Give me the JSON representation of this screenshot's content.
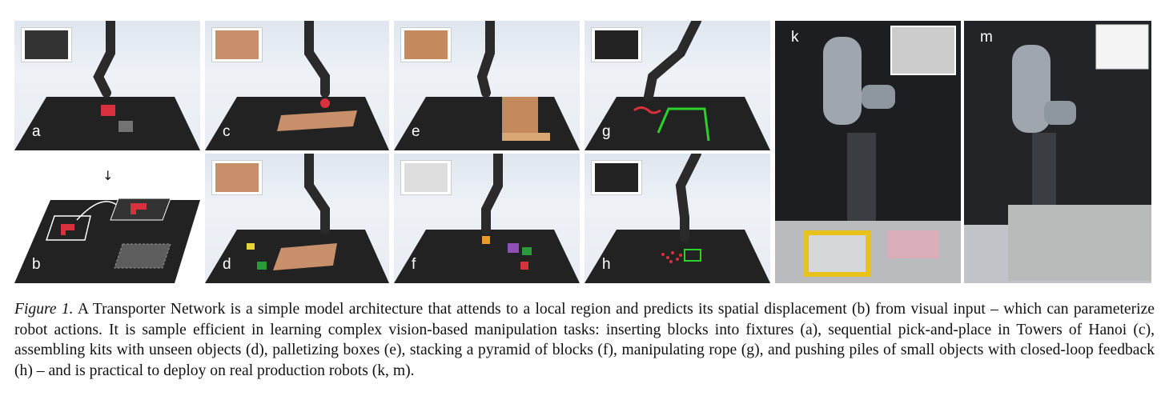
{
  "panels": {
    "a": {
      "label": "a"
    },
    "b": {
      "label": "b"
    },
    "c": {
      "label": "c"
    },
    "d": {
      "label": "d"
    },
    "e": {
      "label": "e"
    },
    "f": {
      "label": "f"
    },
    "g": {
      "label": "g"
    },
    "h": {
      "label": "h"
    },
    "k": {
      "label": "k"
    },
    "m": {
      "label": "m"
    }
  },
  "arrow": "↓",
  "caption": {
    "figure_label": "Figure 1.",
    "text": "A Transporter Network is a simple model architecture that attends to a local region and predicts its spatial displacement (b) from visual input – which can parameterize robot actions. It is sample efficient in learning complex vision-based manipulation tasks: inserting blocks into fixtures (a), sequential pick-and-place in Towers of Hanoi (c), assembling kits with unseen objects (d), palletizing boxes (e), stacking a pyramid of blocks (f), manipulating rope (g), and pushing piles of small objects with closed-loop feedback (h) – and is practical to deploy on real production robots (k, m)."
  }
}
